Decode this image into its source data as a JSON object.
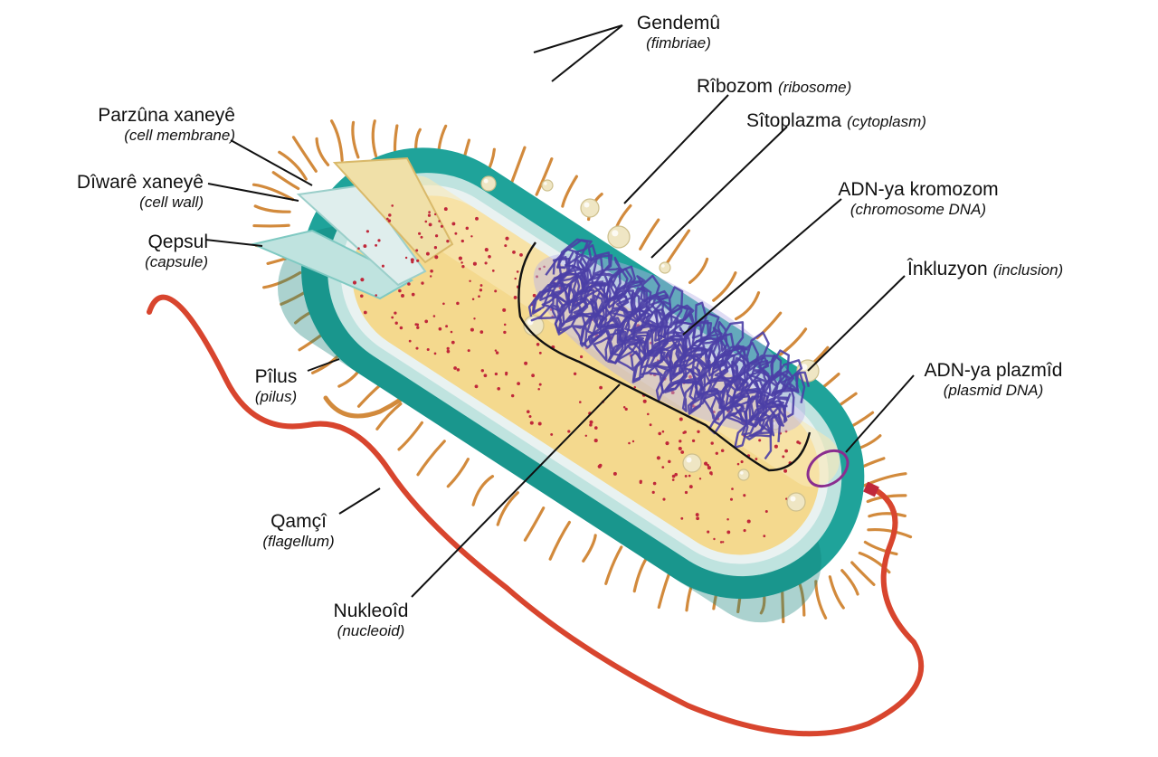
{
  "colors": {
    "capsule": "#1fa39a",
    "capsule_dark": "#0f7d76",
    "wall": "#bfe3df",
    "membrane": "#e9f2f1",
    "cytoplasm": "#f4d98e",
    "cytoplasm_light": "#f8e8b6",
    "ribosome": "#c0283a",
    "dna": "#4b3fa6",
    "plasmid": "#8a2d8f",
    "pili": "#d28a3c",
    "flagellum": "#d8452e",
    "leader": "#111111"
  },
  "labels": {
    "fimbriae": {
      "main": "Gendemû",
      "sub": "(fimbriae)"
    },
    "ribosome": {
      "main": "Rîbozom",
      "sub": "(ribosome)"
    },
    "cytoplasm": {
      "main": "Sîtoplazma",
      "sub": "(cytoplasm)"
    },
    "chromosome": {
      "main": "ADN-ya kromozom",
      "sub": "(chromosome DNA)"
    },
    "inclusion": {
      "main": "Înkluzyon",
      "sub": "(inclusion)"
    },
    "plasmid": {
      "main": "ADN-ya plazmîd",
      "sub": "(plasmid DNA)"
    },
    "membrane": {
      "main": "Parzûna xaneyê",
      "sub": "(cell membrane)"
    },
    "wall": {
      "main": "Dîwarê xaneyê",
      "sub": "(cell wall)"
    },
    "capsule": {
      "main": "Qepsul",
      "sub": "(capsule)"
    },
    "pilus": {
      "main": "Pîlus",
      "sub": "(pilus)"
    },
    "flagellum": {
      "main": "Qamçî",
      "sub": "(flagellum)"
    },
    "nucleoid": {
      "main": "Nukleoîd",
      "sub": "(nucleoid)"
    }
  }
}
